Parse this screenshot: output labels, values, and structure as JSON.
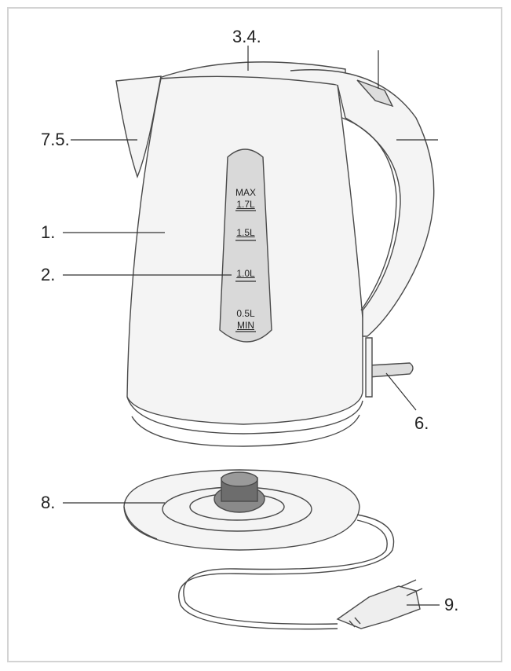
{
  "figure": {
    "callouts": [
      "3.4.",
      "7.5.",
      "1.",
      "2.",
      "6.",
      "8.",
      "9."
    ],
    "gauge": {
      "max_label": "MAX",
      "max_value": "1.7L",
      "mark_15": "1.5L",
      "mark_10": "1.0L",
      "min_value": "0.5L",
      "min_label": "MIN"
    }
  },
  "colors": {
    "outline": "#4a4a4a",
    "kettle_fill": "#f4f4f4",
    "window_fill": "#d9d9d9",
    "connector_fill": "#8a8a8a",
    "frame": "#d3d3d3"
  }
}
